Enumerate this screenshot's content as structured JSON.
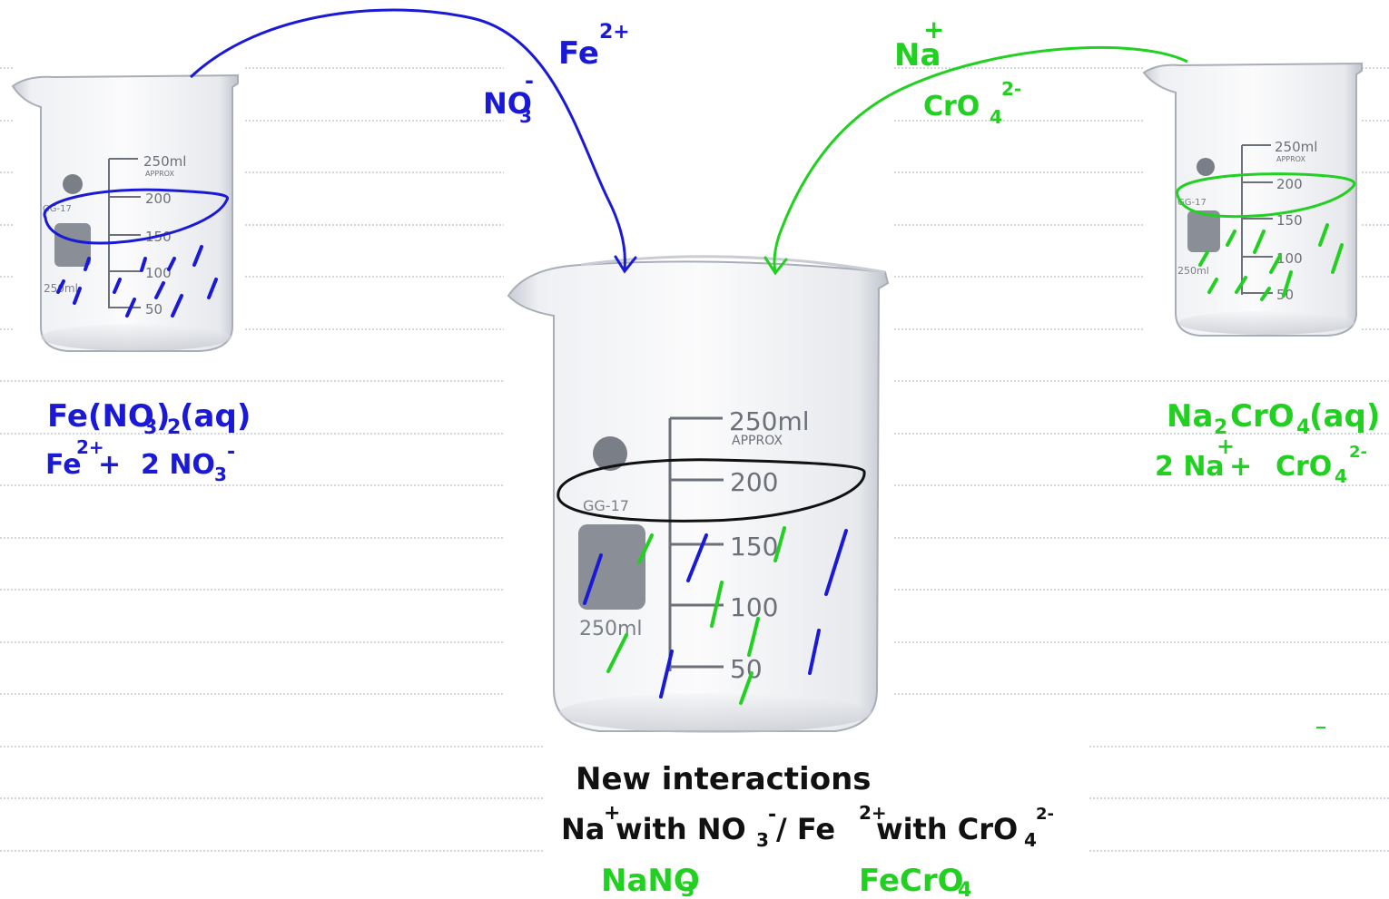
{
  "colors": {
    "blue_ink": "#1a1ad6",
    "green_ink": "#22d022",
    "black_ink": "#111111",
    "ruled_line": "#b9bfcc"
  },
  "left_beaker": {
    "scale": {
      "volume": "250ml",
      "approx": "APPROX",
      "marks": [
        "200",
        "150",
        "100",
        "50"
      ],
      "model": "GG-17",
      "badge": "250ml"
    },
    "formula": {
      "main": "Fe(NO",
      "sub3": "3",
      "close": ")",
      "sub2": "2",
      "state": " (aq)"
    },
    "ions": {
      "fe": "Fe",
      "fe_charge": "2+",
      "plus": " + ",
      "coef": "2 NO",
      "no3_sub": "3",
      "no3_charge": "-"
    }
  },
  "right_beaker": {
    "scale": {
      "volume": "250ml",
      "approx": "APPROX",
      "marks": [
        "200",
        "150",
        "100",
        "50"
      ],
      "model": "GG-17",
      "badge": "250ml"
    },
    "formula": {
      "na": "Na",
      "na_sub": "2",
      "cro": "CrO",
      "cro_sub": "4",
      "state": " (aq)"
    },
    "ions": {
      "coef": "2 Na",
      "na_charge": "+",
      "plus": " + ",
      "cro": "CrO",
      "cro_sub": "4",
      "cro_charge": "2-"
    }
  },
  "center_beaker": {
    "scale": {
      "volume": "250ml",
      "approx": "APPROX",
      "marks": [
        "200",
        "150",
        "100",
        "50"
      ],
      "model": "GG-17",
      "badge": "250ml"
    }
  },
  "arrow_labels": {
    "left": {
      "fe": "Fe",
      "fe_charge": "2+",
      "no3": "NO",
      "no3_sub": "3",
      "no3_charge": "-"
    },
    "right": {
      "na": "Na",
      "na_charge": "+",
      "cro": "CrO",
      "cro_sub": "4",
      "cro_charge": "2-"
    }
  },
  "caption": {
    "heading": "New interactions",
    "line_na": "Na",
    "line_na_charge": "+",
    "line_with1": " with NO",
    "line_no3_sub": "3",
    "line_no3_charge": "-",
    "line_sep": " / Fe",
    "line_fe_charge": "2+",
    "line_with2": " with CrO",
    "line_cro_sub": "4",
    "line_cro_charge": "2-",
    "product1": "NaNO",
    "product1_sub": "3",
    "product2": "FeCrO",
    "product2_sub": "4"
  }
}
